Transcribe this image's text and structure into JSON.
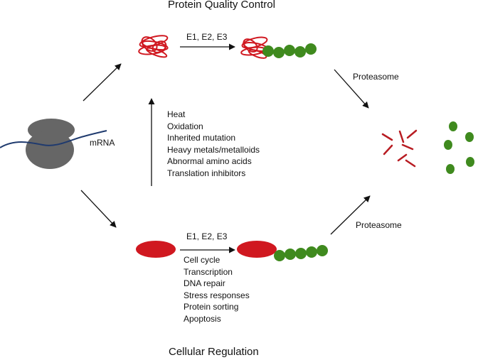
{
  "top_title": "Protein Quality Control",
  "bottom_title": "Cellular Regulation",
  "mrna_label": "mRNA",
  "enzymes_top": "E1, E2, E3",
  "enzymes_bottom": "E1, E2, E3",
  "proteasome_top": "Proteasome",
  "proteasome_bottom": "Proteasome",
  "stress_factors": [
    "Heat",
    "Oxidation",
    "Inherited mutation",
    "Heavy metals/metalloids",
    "Abnormal amino acids",
    "Translation inhibitors"
  ],
  "regulation_processes": [
    "Cell cycle",
    "Transcription",
    "DNA repair",
    "Stress responses",
    "Protein sorting",
    "Apoptosis"
  ],
  "colors": {
    "protein_red": "#d01820",
    "ubiquitin_green": "#3f8a1e",
    "ribosome_gray": "#666666",
    "mrna_blue": "#1f3a6e",
    "arrow": "#111111"
  }
}
